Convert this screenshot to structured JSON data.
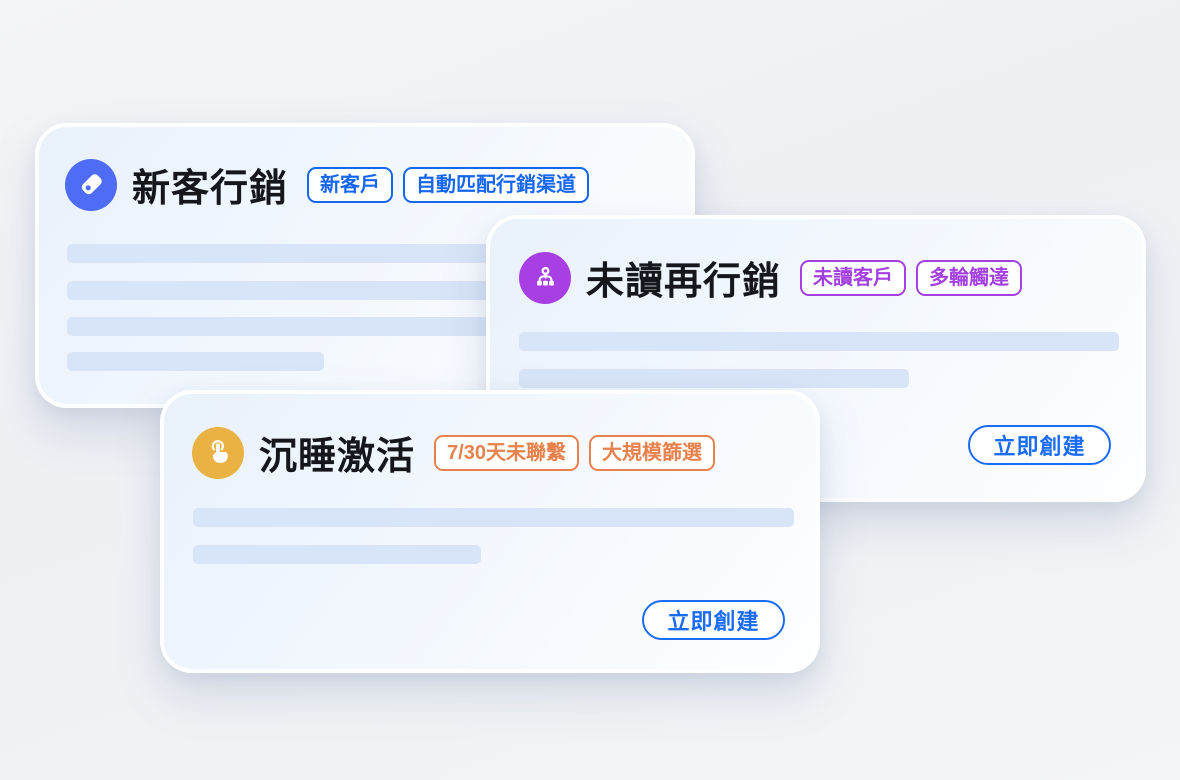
{
  "colors": {
    "page_bg": "#f0f2f5",
    "card_bg_top": "#e9f1fb",
    "card_bg_bottom": "#fdfeff",
    "placeholder_bar": "#d8e4f7",
    "blue_icon_accent": "#4e6cf6",
    "purple_icon_accent": "#a73fe3",
    "amber_icon_accent": "#e9b243",
    "blue_tag": "#1566f0",
    "purple_tag": "#a440e0",
    "orange_tag": "#e8824d",
    "button_blue": "#1b6cf5",
    "title_text": "#15171d"
  },
  "cards": [
    {
      "title": "新客行銷",
      "icon": "tag-icon",
      "tags": [
        "新客戶",
        "自動匹配行銷渠道"
      ],
      "placeholder_lines": 4
    },
    {
      "title": "未讀再行銷",
      "icon": "hierarchy-icon",
      "tags": [
        "未讀客戶",
        "多輪觸達"
      ],
      "placeholder_lines": 2,
      "button_label": "立即創建"
    },
    {
      "title": "沉睡激活",
      "icon": "tap-icon",
      "tags": [
        "7/30天未聯繫",
        "大規模篩選"
      ],
      "placeholder_lines": 2,
      "button_label": "立即創建"
    }
  ]
}
